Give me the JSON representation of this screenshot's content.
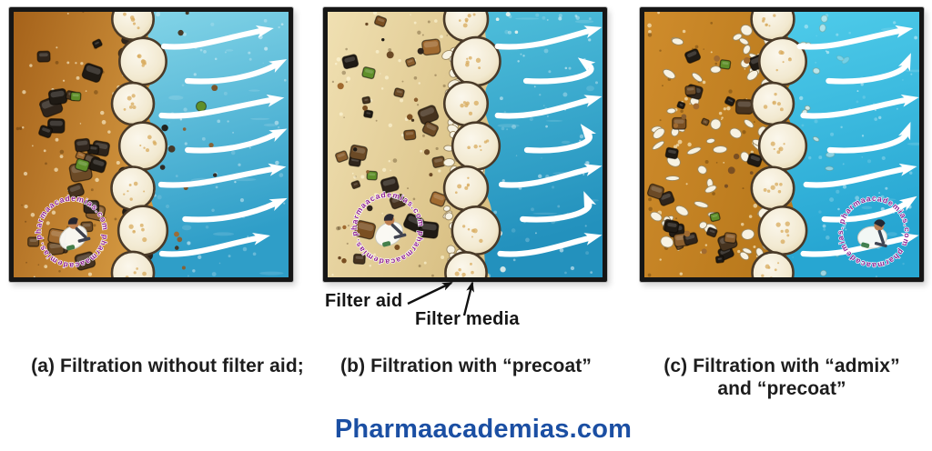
{
  "figure": {
    "panels": [
      {
        "key": "a",
        "variant": "no_aid",
        "caption": "(a) Filtration without filter aid;"
      },
      {
        "key": "b",
        "variant": "precoat",
        "caption": "(b) Filtration with “precoat”"
      },
      {
        "key": "c",
        "variant": "admix_precoat",
        "caption_line1": "(c) Filtration with “admix”",
        "caption_line2": "and “precoat”"
      }
    ],
    "annotations": {
      "filter_aid": "Filter aid",
      "filter_media": "Filter media"
    },
    "watermark": "pharmaacademias.com",
    "footer": {
      "text": "Pharmaacademias.com",
      "color": "#1b4fa3"
    }
  },
  "palette": {
    "frame": "#161616",
    "caption_color": "#1d1d1d",
    "annotation_arrow_color": "#111111",
    "arrow_color": "#ffffff",
    "watermark_purple": "#8e1f93",
    "media_fill": "#f2e9d0",
    "media_stroke": "#4a3a28",
    "media_speckle": "#d8ab5e",
    "aid_fill": "#f7f2e2",
    "aid_stroke": "#9c8860",
    "rock_green": "#5f8f2a",
    "rock_dark": [
      "#2e241b",
      "#1f1a14",
      "#46331f",
      "#6b4a26"
    ],
    "rock_brown": [
      "#8a5e2e",
      "#a06a30",
      "#7a4f22"
    ],
    "panels": {
      "a": {
        "sludge1": "#a5621a",
        "sludge2": "#d2963f",
        "water1": "#8fdcec",
        "water2": "#2f9ec8"
      },
      "b": {
        "sludge1": "#f0e0b2",
        "sludge2": "#d9c084",
        "water1": "#56c6e0",
        "water2": "#2391bd"
      },
      "c": {
        "sludge1": "#cf8c2c",
        "sludge2": "#b9791c",
        "water1": "#55d2ee",
        "water2": "#27a6d2"
      }
    }
  }
}
